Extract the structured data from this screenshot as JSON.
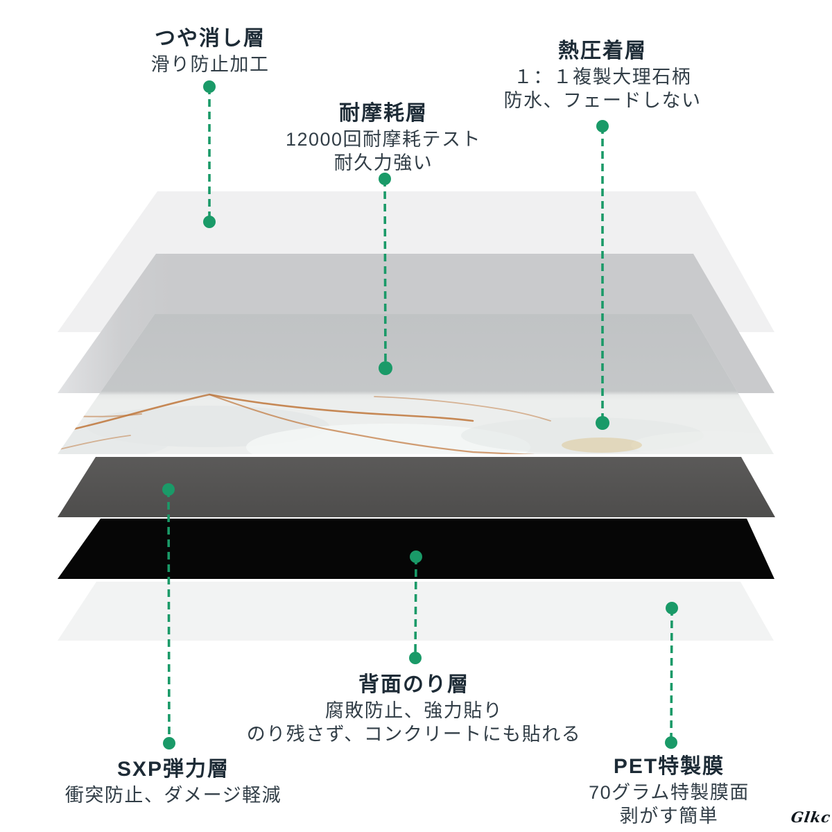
{
  "page": {
    "background": "#ffffff",
    "description": "Exploded layer diagram of marble-pattern flooring sheet"
  },
  "colors": {
    "accent_green": "#1a9a68",
    "title_text": "#1d2b36",
    "body_text": "#323e47",
    "layer_matte": "#f0f0f1",
    "layer_wear": "#c9cacc",
    "layer_marble": "#eceeed",
    "marble_vein": "#c0763a",
    "layer_sxp": "#535251",
    "layer_adhesive": "#060606",
    "layer_pet": "#f2f3f3"
  },
  "labels": [
    {
      "id": "matte",
      "title": "つや消し層",
      "lines": [
        "滑り防止加工"
      ]
    },
    {
      "id": "wear",
      "title": "耐摩耗層",
      "lines": [
        "12000回耐摩耗テスト",
        "耐久力強い"
      ]
    },
    {
      "id": "heat",
      "title": "熱圧着層",
      "lines": [
        "１：１複製大理石柄",
        "防水、フェードしない"
      ]
    },
    {
      "id": "sxp",
      "title": "SXP弾力層",
      "lines": [
        "衝突防止、ダメージ軽減"
      ]
    },
    {
      "id": "adhesive",
      "title": "背面のり層",
      "lines": [
        "腐敗防止、強力貼り",
        "のり残さず、コンクリートにも貼れる"
      ]
    },
    {
      "id": "pet",
      "title": "PET特製膜",
      "lines": [
        "70グラム特製膜面",
        "剥がす簡単"
      ]
    }
  ],
  "watermark": "Glkc"
}
